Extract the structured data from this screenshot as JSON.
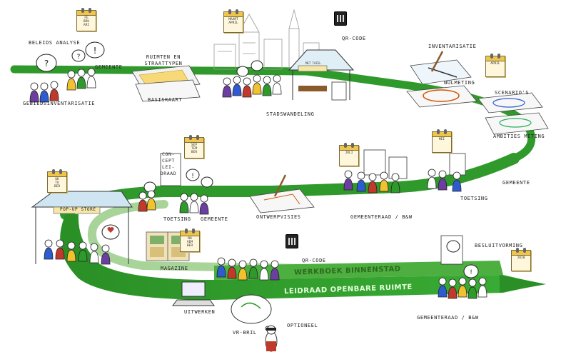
{
  "title": "",
  "labels": {
    "beleidsanalyse": "Beleids analyse",
    "gemeente_top": "Gemeente",
    "gebiedsinventarisatie": "Gebiedsinventarisatie",
    "ruimten_en_straattypen": "Ruimten en straattypen",
    "basiskaart": "Basiskaart",
    "stadswandeling": "Stadswandeling",
    "qr_code_top": "QR-Code",
    "inventarisatie": "Inventarisatie",
    "nulmeting": "Nulmeting",
    "scenarios": "Scenario's",
    "ambities_meting": "Ambities meting",
    "gemeente_right": "Gemeente",
    "toetsing_right": "Toetsing",
    "gemeenteraad_bw_mid": "Gemeenteraad / B&W",
    "ontwerpvisies": "Ontwerpvisies",
    "gemeente_mid": "Gemeente",
    "toetsing_mid": "Toetsing",
    "concept_leidraad": "Con- cept lei- draad",
    "pop_up_store": "Pop-up store",
    "magazine": "Magazine",
    "qr_code_bottom": "QR-Code",
    "werkboek": "Werkboek binnenstad",
    "leidraad": "Leidraad openbare ruimte",
    "besluitvorming": "Besluitvorming",
    "gemeenteraad_bw_bottom": "Gemeenteraad / B&W",
    "uitwerken": "Uitwerken",
    "vr_bril": "VR-bril",
    "optioneel": "Optioneel",
    "mini_screen": "Met tafel"
  },
  "calendars": [
    {
      "id": "feb",
      "text": "Fe\nbru\nari"
    },
    {
      "id": "maart",
      "text": "Maart\nApril"
    },
    {
      "id": "april",
      "text": "April"
    },
    {
      "id": "mei",
      "text": "Mei"
    },
    {
      "id": "juli",
      "text": "Juli"
    },
    {
      "id": "september",
      "text": "Sep\ntem\nber"
    },
    {
      "id": "oktober",
      "text": "Ok\nto\nber"
    },
    {
      "id": "november",
      "text": "No\nvem\nber"
    },
    {
      "id": "year",
      "text": "2020"
    }
  ],
  "colors": {
    "path_green": "#2f9a2b",
    "path_light": "#a8d49a",
    "outline": "#222222",
    "person_purple": "#6b3fa0",
    "person_blue": "#2f5bd0",
    "person_red": "#c0392b",
    "person_yellow": "#f2c12e",
    "person_green": "#2f9a2b"
  }
}
